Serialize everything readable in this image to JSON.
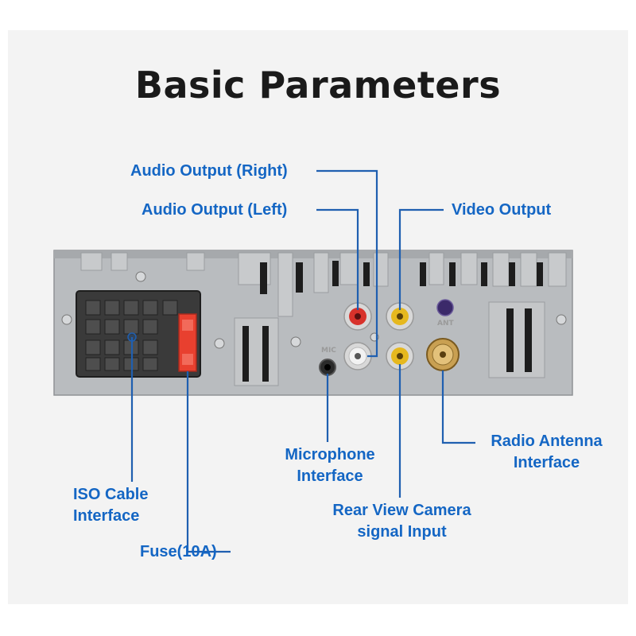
{
  "title": "Basic Parameters",
  "labels": {
    "audio_right": "Audio Output (Right)",
    "audio_left": "Audio Output (Left)",
    "video_output": "Video Output",
    "microphone_line1": "Microphone",
    "microphone_line2": "Interface",
    "radio_line1": "Radio Antenna",
    "radio_line2": "Interface",
    "iso_line1": "ISO Cable",
    "iso_line2": "Interface",
    "camera_line1": "Rear View Camera",
    "camera_line2": "signal Input",
    "fuse": "Fuse(10A)"
  },
  "panel_marks": {
    "mic": "MIC",
    "ant": "ANT"
  },
  "colors": {
    "label_blue": "#1466c4",
    "leader_line": "#1f5fb0",
    "rca_red": "#d8322b",
    "rca_yellow": "#e6b81e",
    "rca_white": "#e8e8e8",
    "fuse_red": "#e8402f"
  }
}
